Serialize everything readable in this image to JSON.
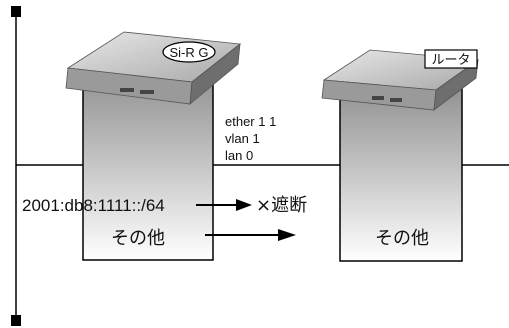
{
  "devices": {
    "sir": {
      "name": "Si-R G",
      "box_label": "その他"
    },
    "router": {
      "name": "ルータ",
      "box_label": "その他"
    }
  },
  "interface": {
    "line1": "ether 1 1",
    "line2": "vlan 1",
    "line3": "lan 0"
  },
  "prefix": "2001:db8:1111::/64",
  "blocked": "×遮断"
}
